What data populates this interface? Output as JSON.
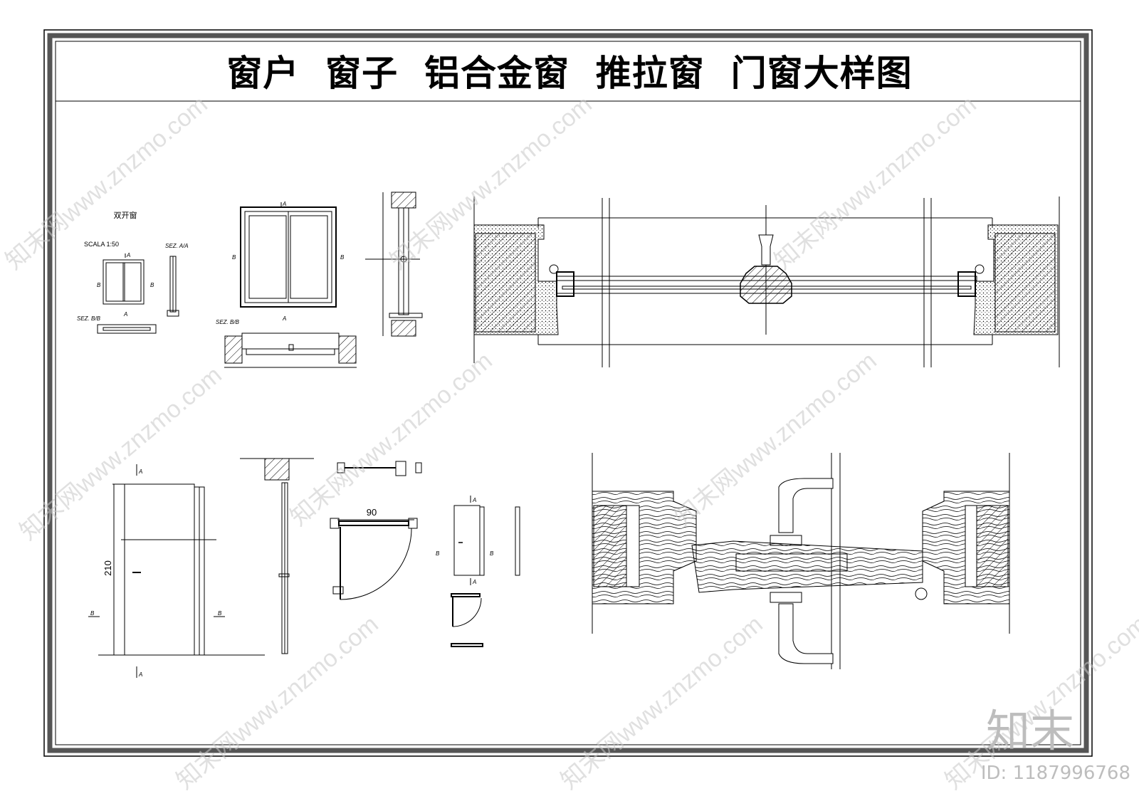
{
  "title": "窗户  窗子  铝合金窗  推拉窗  门窗大样图",
  "window_detail": {
    "caption": "双开窗",
    "scale": "SCALA 1:50",
    "section_aa": "SEZ. A/A",
    "section_bb": "SEZ. B/B",
    "section_bb_large": "SEZ. B/B",
    "mark_a": "A",
    "mark_b": "B"
  },
  "door_detail": {
    "height_dim": "210",
    "width_dim": "90",
    "mark_a": "A",
    "mark_b": "B"
  },
  "watermark": {
    "text": "知末网www.znzmo.com",
    "brand": "知末",
    "id_label": "ID: 1187996768"
  }
}
